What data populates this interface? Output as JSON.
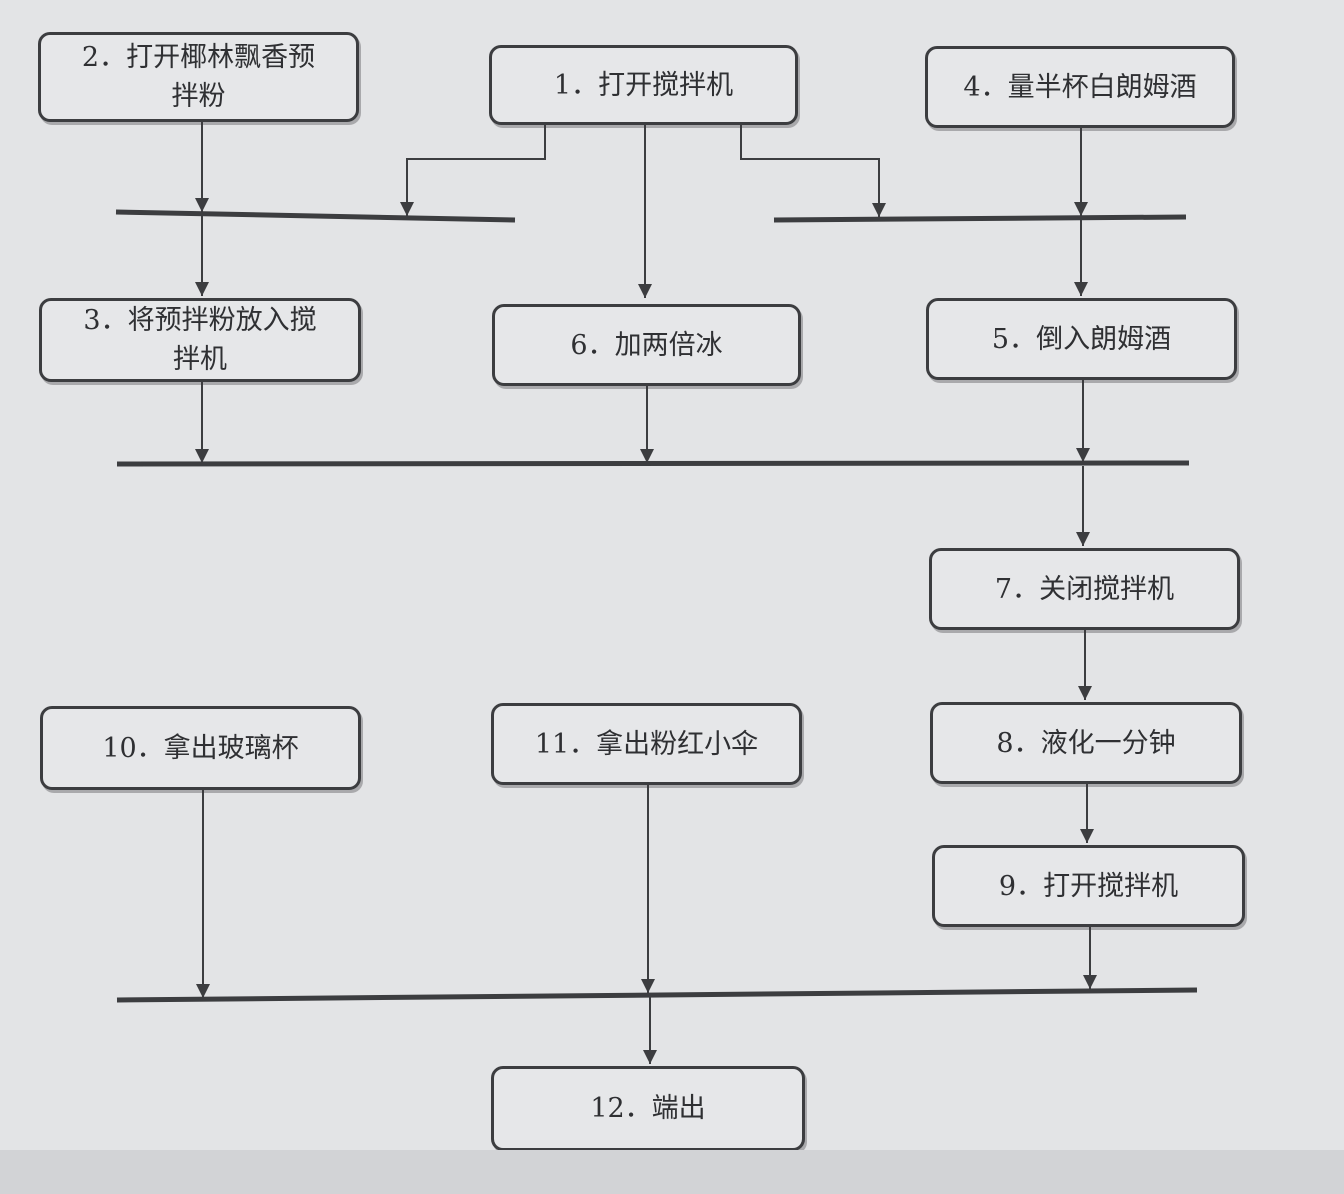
{
  "flowchart": {
    "steps": [
      {
        "id": "s1",
        "label": "1．打开搅拌机"
      },
      {
        "id": "s2",
        "label": "2．打开椰林飘香预拌粉"
      },
      {
        "id": "s3",
        "label": "3．将预拌粉放入搅拌机"
      },
      {
        "id": "s4",
        "label": "4．量半杯白朗姆酒"
      },
      {
        "id": "s5",
        "label": "5．倒入朗姆酒"
      },
      {
        "id": "s6",
        "label": "6．加两倍冰"
      },
      {
        "id": "s7",
        "label": "7．关闭搅拌机"
      },
      {
        "id": "s8",
        "label": "8．液化一分钟"
      },
      {
        "id": "s9",
        "label": "9．打开搅拌机"
      },
      {
        "id": "s10",
        "label": "10．拿出玻璃杯"
      },
      {
        "id": "s11",
        "label": "11．拿出粉红小伞"
      },
      {
        "id": "s12",
        "label": "12．端出"
      }
    ],
    "sync_bars": [
      {
        "id": "j1",
        "inputs": [
          "s1",
          "s2"
        ],
        "outputs": [
          "s3"
        ]
      },
      {
        "id": "j2",
        "inputs": [
          "s1",
          "s4"
        ],
        "outputs": [
          "s5"
        ]
      },
      {
        "id": "j3",
        "inputs": [
          "s3",
          "s6",
          "s5"
        ],
        "outputs": [
          "s7"
        ]
      },
      {
        "id": "j4",
        "inputs": [
          "s10",
          "s11",
          "s9"
        ],
        "outputs": [
          "s12"
        ]
      }
    ],
    "flows": [
      {
        "from": "s1",
        "to": "s6"
      },
      {
        "from": "s7",
        "to": "s8"
      },
      {
        "from": "s8",
        "to": "s9"
      }
    ],
    "line_color": "#3c3d40",
    "box_fill": "#e6e7e9",
    "background": "#e3e4e6"
  }
}
